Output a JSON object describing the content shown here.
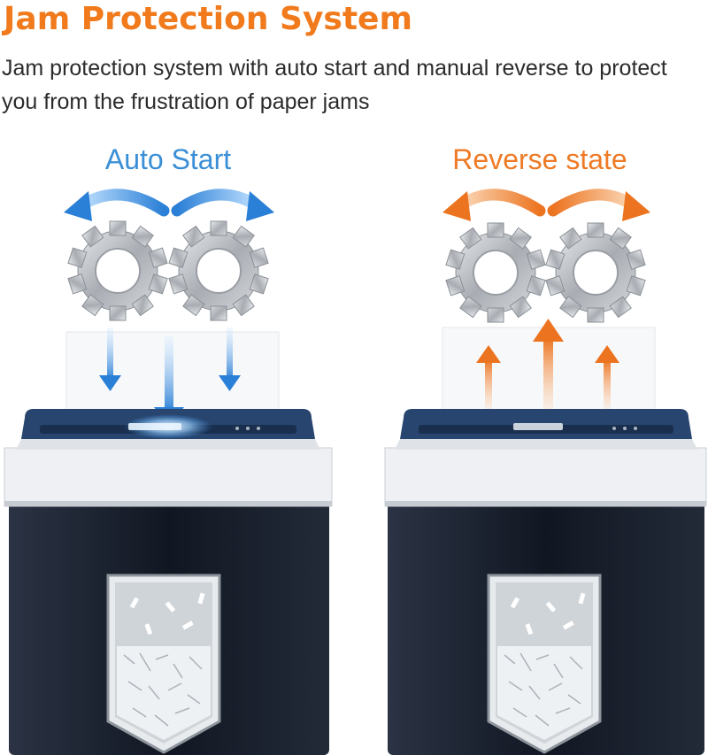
{
  "header": {
    "title": "Jam Protection System",
    "description": "Jam protection system with auto start and manual reverse to protect you from the frustration of paper jams"
  },
  "panels": [
    {
      "label": "Auto Start",
      "accent": "#3b8fd6",
      "arrow_direction": "down"
    },
    {
      "label": "Reverse state",
      "accent": "#ee7a25",
      "arrow_direction": "up"
    }
  ],
  "colors": {
    "title": "#f07a1c",
    "shredder_body": "#161c28",
    "shredder_band": "#eef0f3",
    "shredder_lid": "#27456e"
  },
  "icons": [
    "gear-icon",
    "curved-arrow-icon",
    "arrow-down-icon",
    "arrow-up-icon"
  ]
}
